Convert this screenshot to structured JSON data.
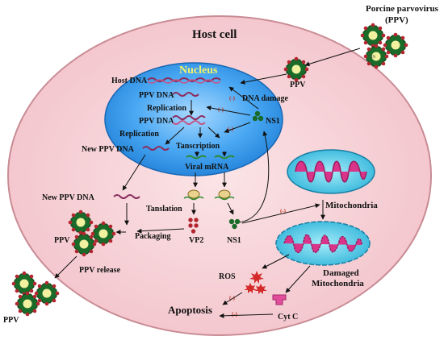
{
  "host_cell": {
    "label": "Host cell"
  },
  "nucleus": {
    "label": "Nucleus"
  },
  "virus": {
    "source_label": "Porcine parvovirus",
    "source_abbrev": "(PPV)",
    "entry_label": "PPV",
    "released_label": "PPV",
    "released_outside_label": "PPV"
  },
  "labels": {
    "host_dna": "Host DNA",
    "ppv_dna_1": "PPV DNA",
    "dna_damage": "DNA damage",
    "replication_1": "Replication",
    "ppv_dna_2": "PPV DNA",
    "ns1_nucleus": "NS1",
    "replication_2": "Replication",
    "transcription": "Tanscription",
    "new_ppv_dna_1": "New PPV DNA",
    "viral_mrna": "Viral mRNA",
    "new_ppv_dna_2": "New PPV DNA",
    "translation": "Tanslation",
    "packaging": "Packaging",
    "vp2": "VP2",
    "ns1_cyto": "NS1",
    "ppv_release": "PPV release",
    "mitochondria": "Mitochondria",
    "damaged_mito_1": "Damaged",
    "damaged_mito_2": "Mitochondria",
    "ros": "ROS",
    "cytc": "Cyt C",
    "apoptosis": "Apoptosis"
  },
  "minus_sign": "(-)",
  "virion_marker": "NN",
  "colors": {
    "cell_fill": "#f7d3d8",
    "cell_border": "#c98c95",
    "nucleus_fill": "#3fa3f2",
    "nucleus_text": "#f3f36b",
    "dna": "#8b2e5e",
    "virus_green": "#1a6b2a",
    "virus_red": "#b3262e",
    "mito_outer": "#55c9e6",
    "mito_inner": "#d9338a",
    "ros_red": "#d42a2a",
    "cytc": "#e14d9a"
  }
}
